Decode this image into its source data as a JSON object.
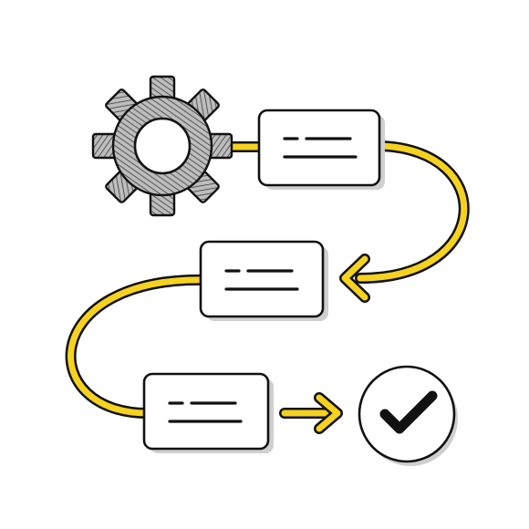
{
  "colors": {
    "background": "#ffffff",
    "connector": "#f5d21f",
    "outline": "#111111",
    "card_fill": "#ffffff",
    "card_shadow": "#cfcfcf",
    "gear_fill": "#9a9a9a",
    "check": "#111111"
  },
  "diagram": {
    "start_icon": "gear-icon",
    "end_icon": "checkmark-icon",
    "steps": [
      {
        "id": "step-1",
        "icon": "text-lines"
      },
      {
        "id": "step-2",
        "icon": "text-lines"
      },
      {
        "id": "step-3",
        "icon": "text-lines"
      }
    ],
    "flow": [
      "gear",
      "step-1",
      "step-2",
      "step-3",
      "check"
    ]
  }
}
